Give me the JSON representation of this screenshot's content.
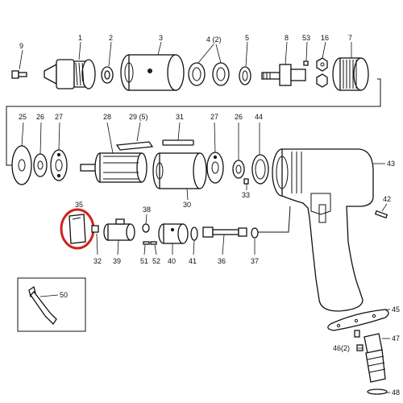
{
  "diagram": {
    "labels": {
      "p1": "1",
      "p2": "2",
      "p3": "3",
      "p4": "4 (2)",
      "p5": "5",
      "p8": "8",
      "p53": "53",
      "p16": "16",
      "p7": "7",
      "p9": "9",
      "p25": "25",
      "p26a": "26",
      "p27a": "27",
      "p28": "28",
      "p29": "29 (5)",
      "p31": "31",
      "p27b": "27",
      "p26b": "26",
      "p44": "44",
      "p43": "43",
      "p30": "30",
      "p33": "33",
      "p42": "42",
      "p35": "35",
      "p38": "38",
      "p32": "32",
      "p39": "39",
      "p51": "51",
      "p52": "52",
      "p40": "40",
      "p41": "41",
      "p36": "36",
      "p37": "37",
      "p50": "50",
      "p45": "45",
      "p47": "47",
      "p46": "46(2)",
      "p48": "48"
    },
    "highlight_color": "#d0211c"
  }
}
